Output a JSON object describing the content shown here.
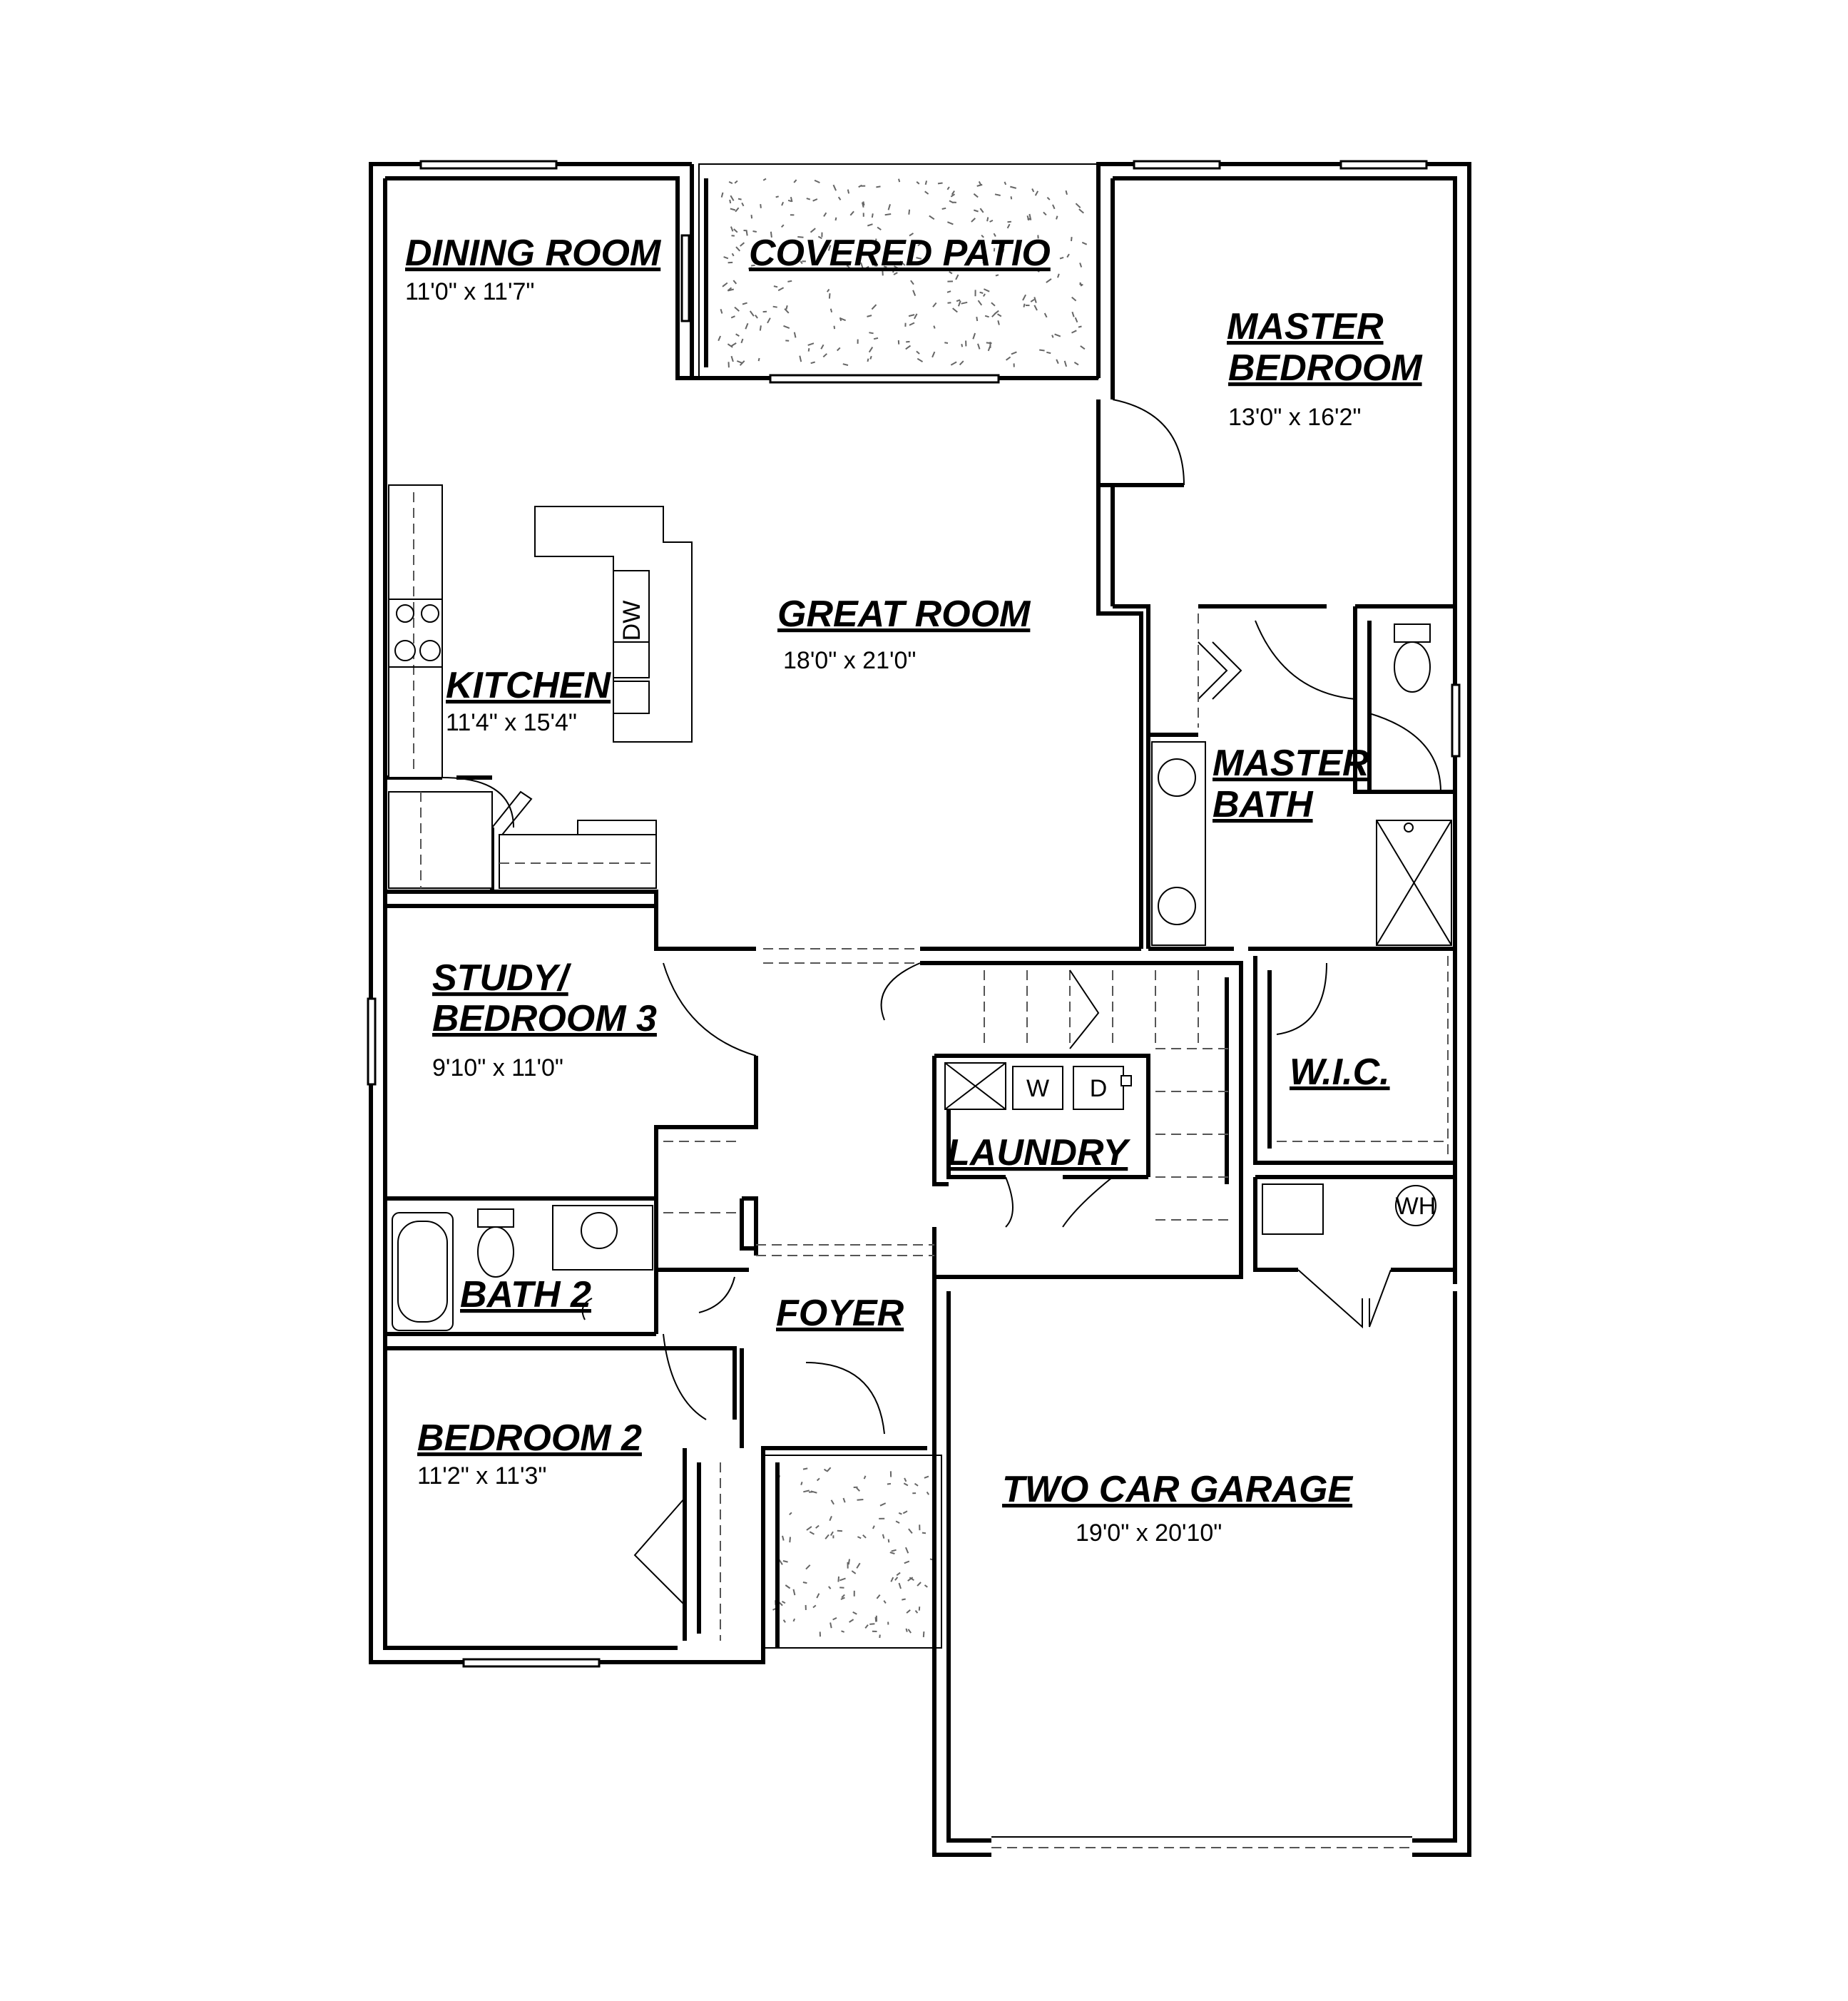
{
  "rooms": {
    "dining": {
      "name": "DINING ROOM",
      "dim": "11'0\" x 11'7\""
    },
    "patio": {
      "name": "COVERED PATIO"
    },
    "master_bedroom": {
      "name_line1": "MASTER",
      "name_line2": "BEDROOM",
      "dim": "13'0\" x 16'2\""
    },
    "great_room": {
      "name": "GREAT ROOM",
      "dim": "18'0\" x 21'0\""
    },
    "kitchen": {
      "name": "KITCHEN",
      "dim": "11'4\" x 15'4\""
    },
    "master_bath": {
      "name_line1": "MASTER",
      "name_line2": "BATH"
    },
    "study": {
      "name_line1": "STUDY/",
      "name_line2": "BEDROOM 3",
      "dim": "9'10\" x 11'0\""
    },
    "wic": {
      "name": "W.I.C."
    },
    "laundry": {
      "name": "LAUNDRY"
    },
    "bath2": {
      "name": "BATH 2"
    },
    "foyer": {
      "name": "FOYER"
    },
    "bedroom2": {
      "name": "BEDROOM 2",
      "dim": "11'2\" x 11'3\""
    },
    "garage": {
      "name": "TWO CAR GARAGE",
      "dim": "19'0\" x 20'10\""
    }
  },
  "fixtures": {
    "dishwasher": "DW",
    "washer": "W",
    "dryer": "D",
    "water_heater": "WH"
  }
}
